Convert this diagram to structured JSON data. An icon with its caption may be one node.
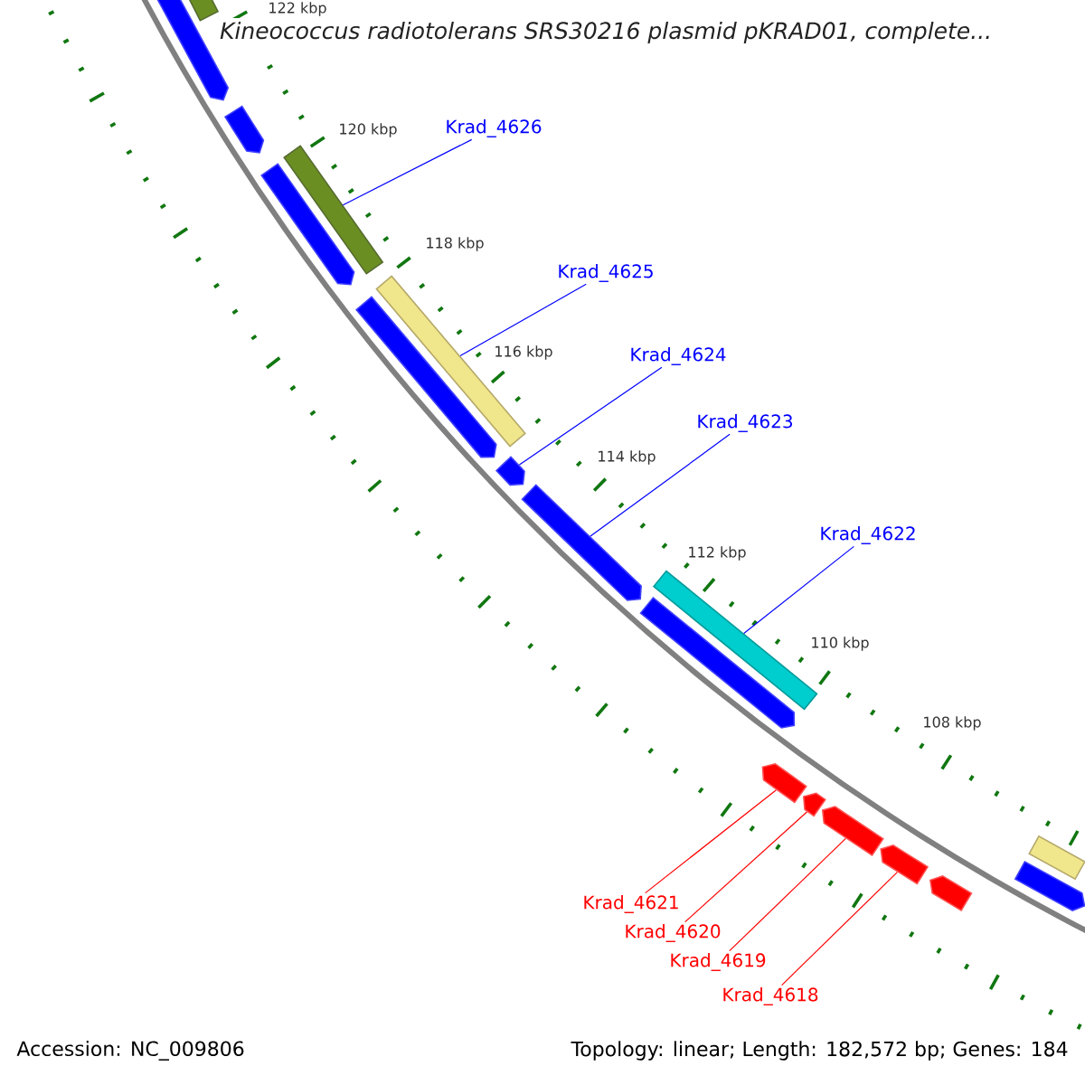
{
  "diagram": {
    "title": "Kineococcus radiotolerans SRS30216 plasmid pKRAD01, complete...",
    "nodes": [
      {
        "text": [],
        "shape": "pentagon"
      },
      {
        "text": [],
        "shape": "bar"
      },
      {
        "text": [],
        "shape": "pentagon"
      },
      {
        "text": [],
        "shape": "pentagon"
      },
      {
        "text": [],
        "shape": "bar"
      },
      {
        "text": [],
        "shape": "pentagon"
      },
      {
        "text": [],
        "shape": "bar"
      },
      {
        "text": [],
        "shape": "pentagon"
      },
      {
        "text": [],
        "shape": "pentagon"
      },
      {
        "text": [],
        "shape": "pentagon"
      },
      {
        "text": [],
        "shape": "bar"
      },
      {
        "text": [],
        "shape": "pentagon"
      },
      {
        "text": [],
        "shape": "pentagon"
      },
      {
        "text": [],
        "shape": "pentagon"
      },
      {
        "text": [],
        "shape": "pentagon"
      },
      {
        "text": [],
        "shape": "pentagon"
      },
      {
        "text": [],
        "shape": "bar"
      },
      {
        "text": [],
        "shape": "pentagon"
      },
      {
        "text": [
          "Krad_4626"
        ]
      },
      {
        "text": [
          "Krad_4625"
        ]
      },
      {
        "text": [
          "Krad_4624"
        ]
      },
      {
        "text": [
          "Krad_4623"
        ]
      },
      {
        "text": [
          "Krad_4622"
        ]
      },
      {
        "text": [
          "Krad_4621"
        ]
      },
      {
        "text": [
          "Krad_4620"
        ]
      },
      {
        "text": [
          "Krad_4619"
        ]
      },
      {
        "text": [
          "Krad_4618"
        ]
      }
    ],
    "edges": [
      {
        "from": 18,
        "to": 4,
        "arrow": "none"
      },
      {
        "from": 19,
        "to": 6,
        "arrow": "none"
      },
      {
        "from": 20,
        "to": 7,
        "arrow": "none"
      },
      {
        "from": 21,
        "to": 8,
        "arrow": "none"
      },
      {
        "from": 22,
        "to": 10,
        "arrow": "none"
      },
      {
        "from": 23,
        "to": 11,
        "arrow": "none",
        "color": "#ff0000"
      },
      {
        "from": 24,
        "to": 12,
        "arrow": "none",
        "color": "#ff0000"
      },
      {
        "from": 25,
        "to": 13,
        "arrow": "none",
        "color": "#ff0000"
      },
      {
        "from": 26,
        "to": 14,
        "arrow": "none",
        "color": "#ff0000"
      }
    ],
    "labels": [
      "122 kbp",
      "120 kbp",
      "118 kbp",
      "116 kbp",
      "114 kbp",
      "112 kbp",
      "110 kbp",
      "108 kbp",
      "Accession: NC_009806",
      "Topology: linear; Length: 182,572 bp; Genes: 184"
    ]
  }
}
